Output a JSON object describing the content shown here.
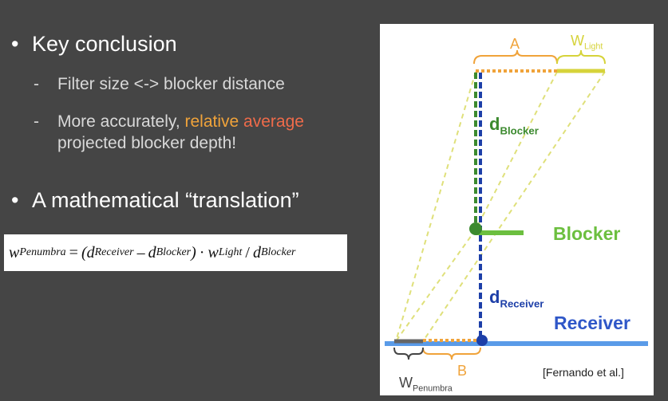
{
  "slide": {
    "bullet1": "Key conclusion",
    "sub1": "Filter size <-> blocker distance",
    "sub2_prefix": "More accurately, ",
    "sub2_relative": "relative",
    "sub2_average": "average",
    "sub2_suffix": "projected blocker depth!",
    "bullet2": "A mathematical “translation”",
    "bullet_glyph": "•",
    "dash_glyph": "-"
  },
  "formula": {
    "w": "w",
    "w_sub": "Penumbra",
    "eq": "=",
    "open": "(d",
    "d_recv_sub": "Receiver",
    "minus": "–",
    "d": "d",
    "d_block_sub": "Blocker",
    "close": ")",
    "dot": "·",
    "w2": "w",
    "w_light_sub": "Light",
    "slash": "/",
    "d2": "d",
    "d_block_sub2": "Blocker"
  },
  "diagram": {
    "label_A": "A",
    "label_wlight_main": "W",
    "label_wlight_sub": "Light",
    "label_dblocker_main": "d",
    "label_dblocker_sub": "Blocker",
    "label_blocker": "Blocker",
    "label_dreceiver_main": "d",
    "label_dreceiver_sub": "Receiver",
    "label_receiver": "Receiver",
    "label_B": "B",
    "label_wpenumbra_main": "W",
    "label_wpenumbra_sub": "Penumbra",
    "credit": "[Fernando et al.]"
  },
  "colors": {
    "background": "#454545",
    "orange": "#f0a33a",
    "light_yellow": "#d6d33a",
    "green": "#3c8a2f",
    "blocker_green": "#6cbf3f",
    "blue": "#1d3fa8",
    "receiver_blue": "#5a9be8"
  }
}
